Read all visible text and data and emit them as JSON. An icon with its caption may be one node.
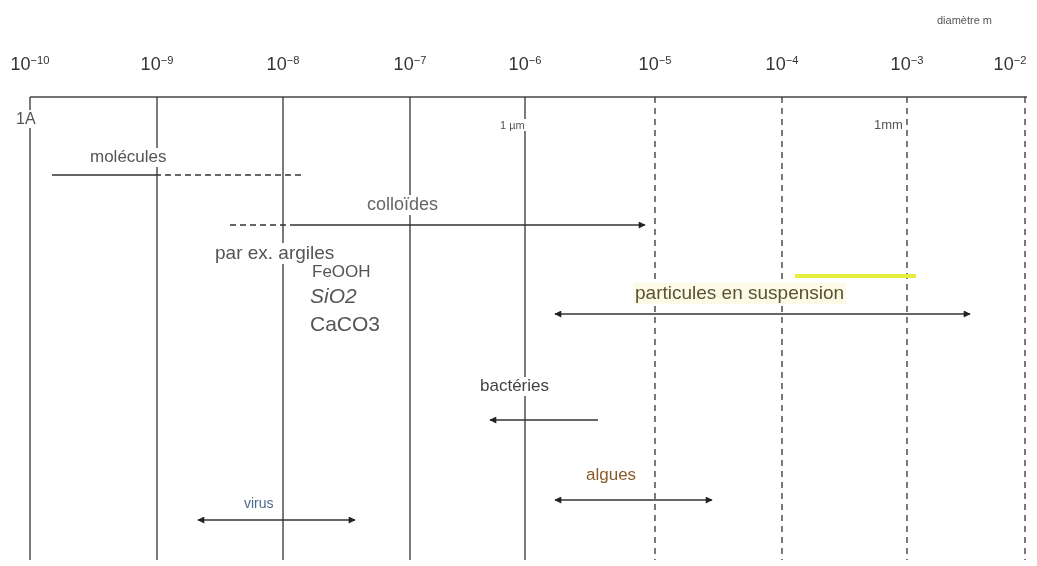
{
  "diagram": {
    "labels": [
      "diamètre m",
      "10$^{−10}$",
      "10$^{−9}$",
      "10$^{−8}$",
      "10$^{−7}$",
      "10$^{−6}$",
      "10$^{−5}$",
      "10$^{−4}$",
      "10$^{−3}$",
      "10$^{−2}$",
      "1A",
      "1 µm",
      "1mm",
      "molécules",
      "colloïdes",
      "par ex. argiles",
      "FeOOH",
      "SiO2",
      "CaCO3",
      "particules en suspension",
      "bactéries",
      "algues",
      "virus"
    ]
  }
}
